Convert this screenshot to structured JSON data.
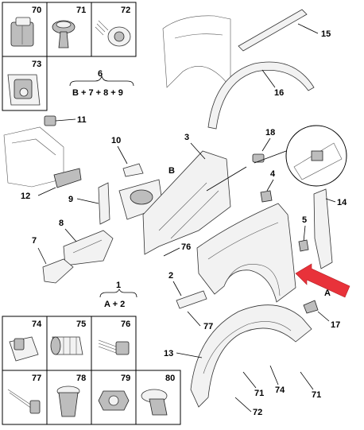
{
  "legend_top": {
    "cells": [
      {
        "id": "70",
        "label": "70",
        "icon": "clip-icon"
      },
      {
        "id": "71",
        "label": "71",
        "icon": "push-rivet-icon"
      },
      {
        "id": "72",
        "label": "72",
        "icon": "screw-icon"
      },
      {
        "id": "73",
        "label": "73",
        "icon": "bracket-icon"
      }
    ]
  },
  "legend_bottom": {
    "cells": [
      {
        "id": "74",
        "label": "74",
        "icon": "clip-nut-icon"
      },
      {
        "id": "75",
        "label": "75",
        "icon": "expansion-nut-icon"
      },
      {
        "id": "76",
        "label": "76",
        "icon": "bolt-icon"
      },
      {
        "id": "77",
        "label": "77",
        "icon": "stud-icon"
      },
      {
        "id": "78",
        "label": "78",
        "icon": "rivet-nut-icon"
      },
      {
        "id": "79",
        "label": "79",
        "icon": "hex-nut-icon"
      },
      {
        "id": "80",
        "label": "80",
        "icon": "plastic-rivet-icon"
      }
    ]
  },
  "groups": {
    "g6": {
      "label": "6",
      "formula": "B + 7 + 8 + 9"
    },
    "g1": {
      "label": "1",
      "formula": "A + 2"
    }
  },
  "callouts": {
    "c15": "15",
    "c16": "16",
    "c11": "11",
    "c12": "12",
    "c10": "10",
    "c3": "3",
    "c18": "18",
    "cB": "B",
    "c9": "9",
    "c4": "4",
    "c14": "14",
    "c8": "8",
    "c5": "5",
    "c7": "7",
    "c76": "76",
    "c2": "2",
    "cA": "A",
    "c77": "77",
    "c17": "17",
    "c13": "13",
    "c74": "74",
    "c71a": "71",
    "c71b": "71",
    "c72": "72"
  },
  "colors": {
    "arrow": "#e8323a",
    "line": "#000000"
  }
}
